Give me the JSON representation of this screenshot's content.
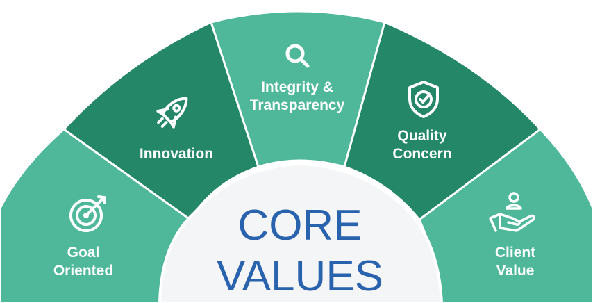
{
  "title_lines": [
    "CORE",
    "VALUES"
  ],
  "colors": {
    "light_green": "#4fb79a",
    "dark_green": "#238768",
    "center_fill": "#f3f5f7",
    "title_blue": "#2a63ad",
    "label": "#ffffff"
  },
  "segments": [
    {
      "id": "goal-oriented",
      "lines": [
        "Goal",
        "Oriented"
      ],
      "icon": "target-icon",
      "shade": "light_green"
    },
    {
      "id": "innovation",
      "lines": [
        "Innovation"
      ],
      "icon": "rocket-icon",
      "shade": "dark_green"
    },
    {
      "id": "integrity-transparency",
      "lines": [
        "Integrity &",
        "Transparency"
      ],
      "icon": "search-icon",
      "shade": "light_green"
    },
    {
      "id": "quality-concern",
      "lines": [
        "Quality",
        "Concern"
      ],
      "icon": "shield-check-icon",
      "shade": "dark_green"
    },
    {
      "id": "client-value",
      "lines": [
        "Client",
        "Value"
      ],
      "icon": "hand-person-icon",
      "shade": "light_green"
    }
  ]
}
